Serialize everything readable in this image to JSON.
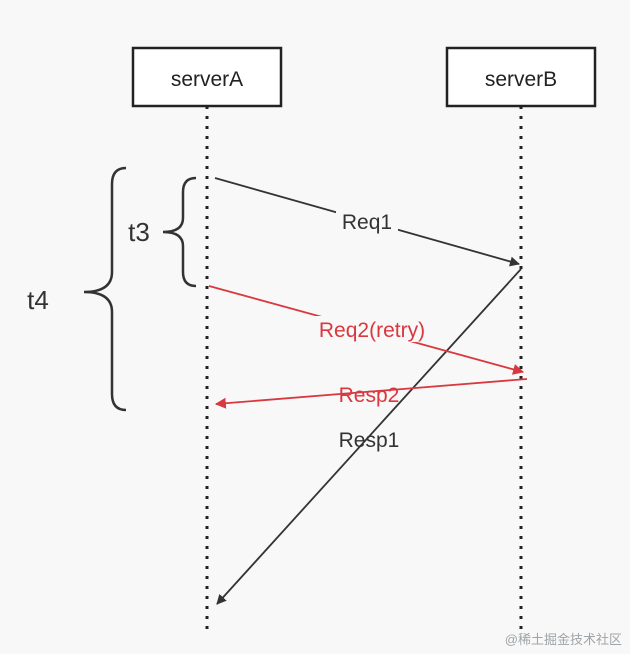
{
  "participants": [
    {
      "id": "a",
      "label": "serverA"
    },
    {
      "id": "b",
      "label": "serverB"
    }
  ],
  "intervals": [
    {
      "id": "t3",
      "label": "t3"
    },
    {
      "id": "t4",
      "label": "t4"
    }
  ],
  "messages": [
    {
      "id": "req1",
      "label": "Req1",
      "from": "serverA",
      "to": "serverB",
      "color": "#333333"
    },
    {
      "id": "req2",
      "label": "Req2(retry)",
      "from": "serverA",
      "to": "serverB",
      "color": "#d9383f"
    },
    {
      "id": "resp2",
      "label": "Resp2",
      "from": "serverB",
      "to": "serverA",
      "color": "#d9383f"
    },
    {
      "id": "resp1",
      "label": "Resp1",
      "from": "serverB",
      "to": "serverA",
      "color": "#333333"
    }
  ],
  "watermark": "@稀土掘金技术社区",
  "colors": {
    "line": "#333333",
    "accent": "#d9383f",
    "background": "#f7f8f7",
    "watermark": "#a0a4a8"
  }
}
